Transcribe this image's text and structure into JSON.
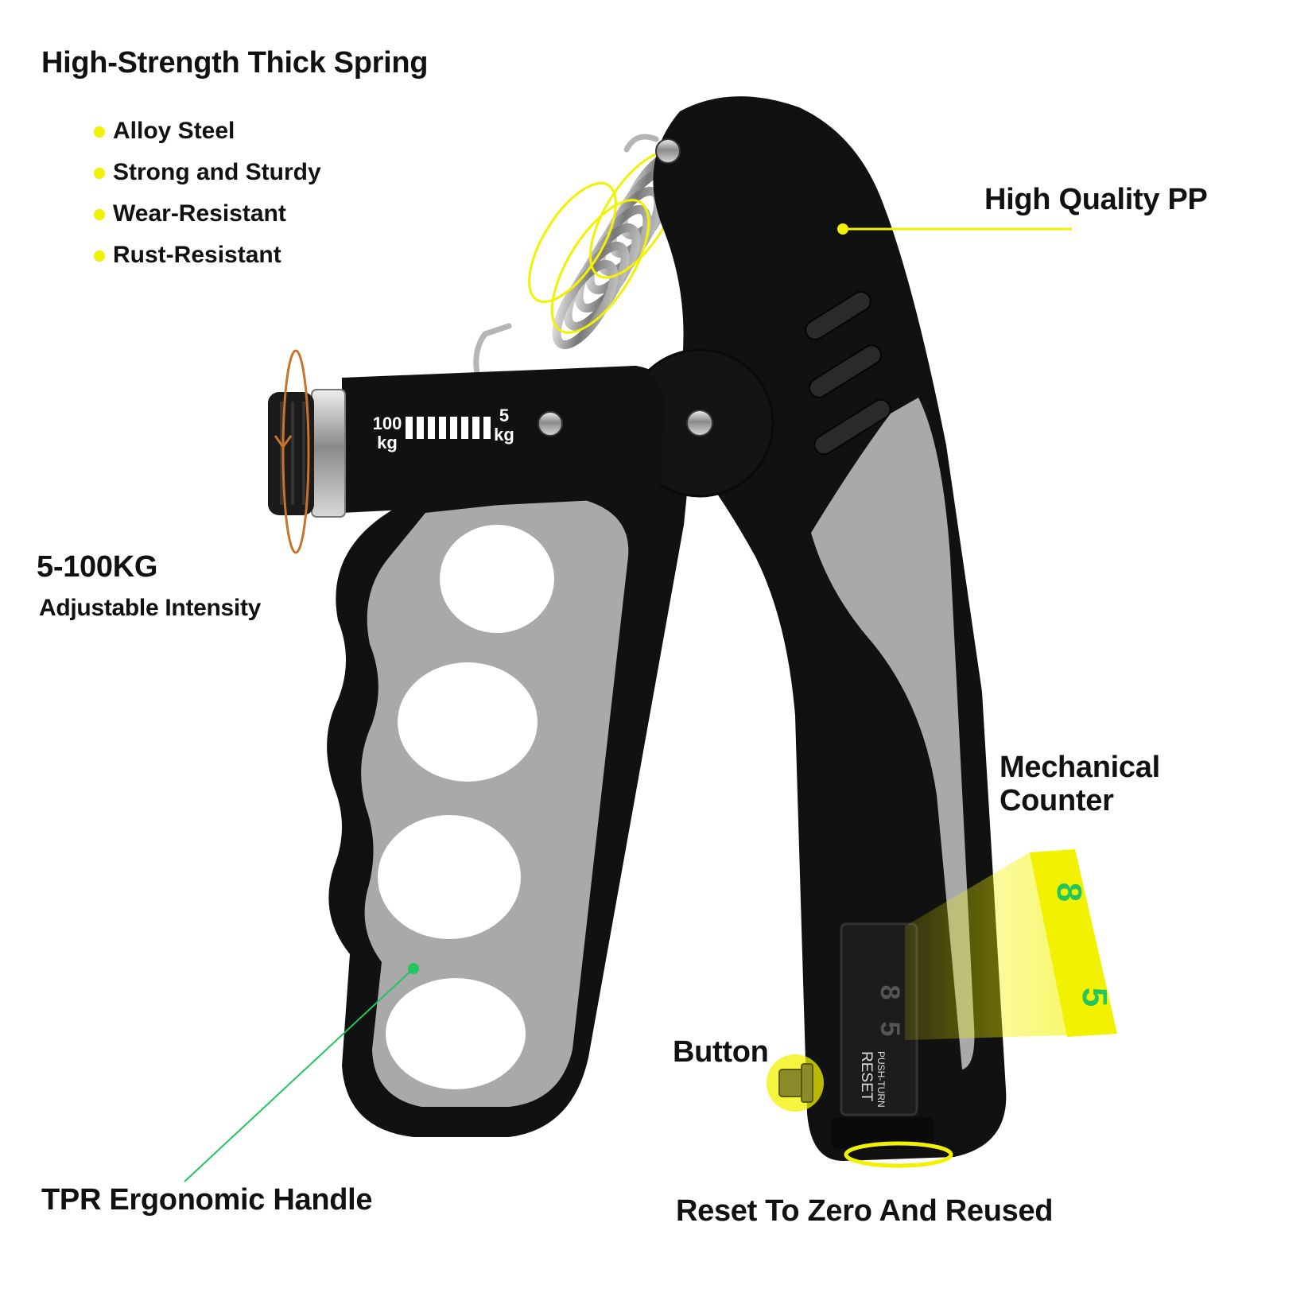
{
  "title": "High-Strength Thick Spring",
  "features": [
    "Alloy Steel",
    "Strong and Sturdy",
    "Wear-Resistant",
    "Rust-Resistant"
  ],
  "material_label": "High Quality PP",
  "intensity": {
    "range": "5-100KG",
    "caption": "Adjustable Intensity"
  },
  "counter_label": {
    "line1": "Mechanical",
    "line2": "Counter"
  },
  "button_label": "Button",
  "handle_label": "TPR Ergonomic Handle",
  "reset_label": "Reset To Zero And Reused",
  "scale": {
    "max": "100",
    "min": "5",
    "unit": "kg"
  },
  "counter_digits": {
    "first": "8",
    "second": "5"
  },
  "reset_text": {
    "line1": "PUSH-TURN",
    "line2": "RESET"
  },
  "colors": {
    "highlight": "#f2f200",
    "body": "#111111",
    "grip": "#a9a9a9",
    "knob_ring": "#c8732a",
    "handle_pointer": "#22c55e"
  }
}
